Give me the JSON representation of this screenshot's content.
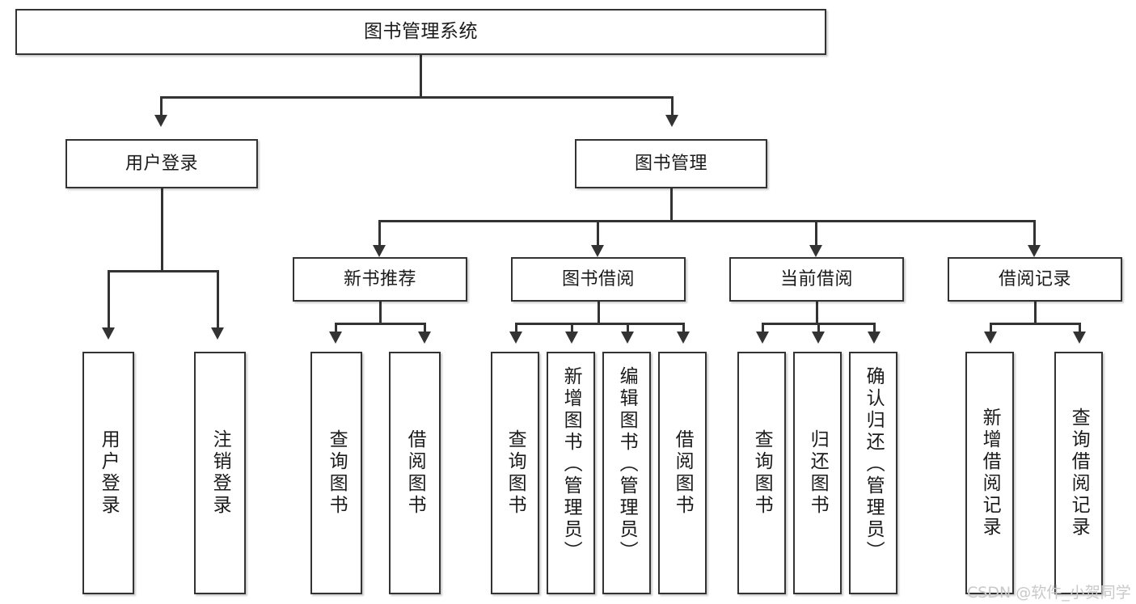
{
  "diagram": {
    "type": "tree",
    "title": "图书管理系统",
    "orientation": "top-down",
    "watermark": "CSDN @软件_小贺同学",
    "colors": {
      "stroke": "#333333",
      "text": "#1b1b1b",
      "background": "#ffffff",
      "watermark": "#c9c9c9"
    },
    "nodes": {
      "root": {
        "label": "图书管理系统"
      },
      "level1": [
        {
          "label": "用户登录"
        },
        {
          "label": "图书管理"
        }
      ],
      "level2": [
        {
          "label": "新书推荐"
        },
        {
          "label": "图书借阅"
        },
        {
          "label": "当前借阅"
        },
        {
          "label": "借阅记录"
        }
      ],
      "leaves": {
        "user_login": [
          {
            "label": "用户登录"
          },
          {
            "label": "注销登录"
          }
        ],
        "new_book": [
          {
            "label": "查询图书"
          },
          {
            "label": "借阅图书"
          }
        ],
        "book_borrow": [
          {
            "label": "查询图书"
          },
          {
            "label": "新增图书（管理员）"
          },
          {
            "label": "编辑图书（管理员）"
          },
          {
            "label": "借阅图书"
          }
        ],
        "current_borrow": [
          {
            "label": "查询图书"
          },
          {
            "label": "归还图书"
          },
          {
            "label": "确认归还（管理员）"
          }
        ],
        "borrow_record": [
          {
            "label": "新增借阅记录"
          },
          {
            "label": "查询借阅记录"
          }
        ]
      }
    }
  }
}
